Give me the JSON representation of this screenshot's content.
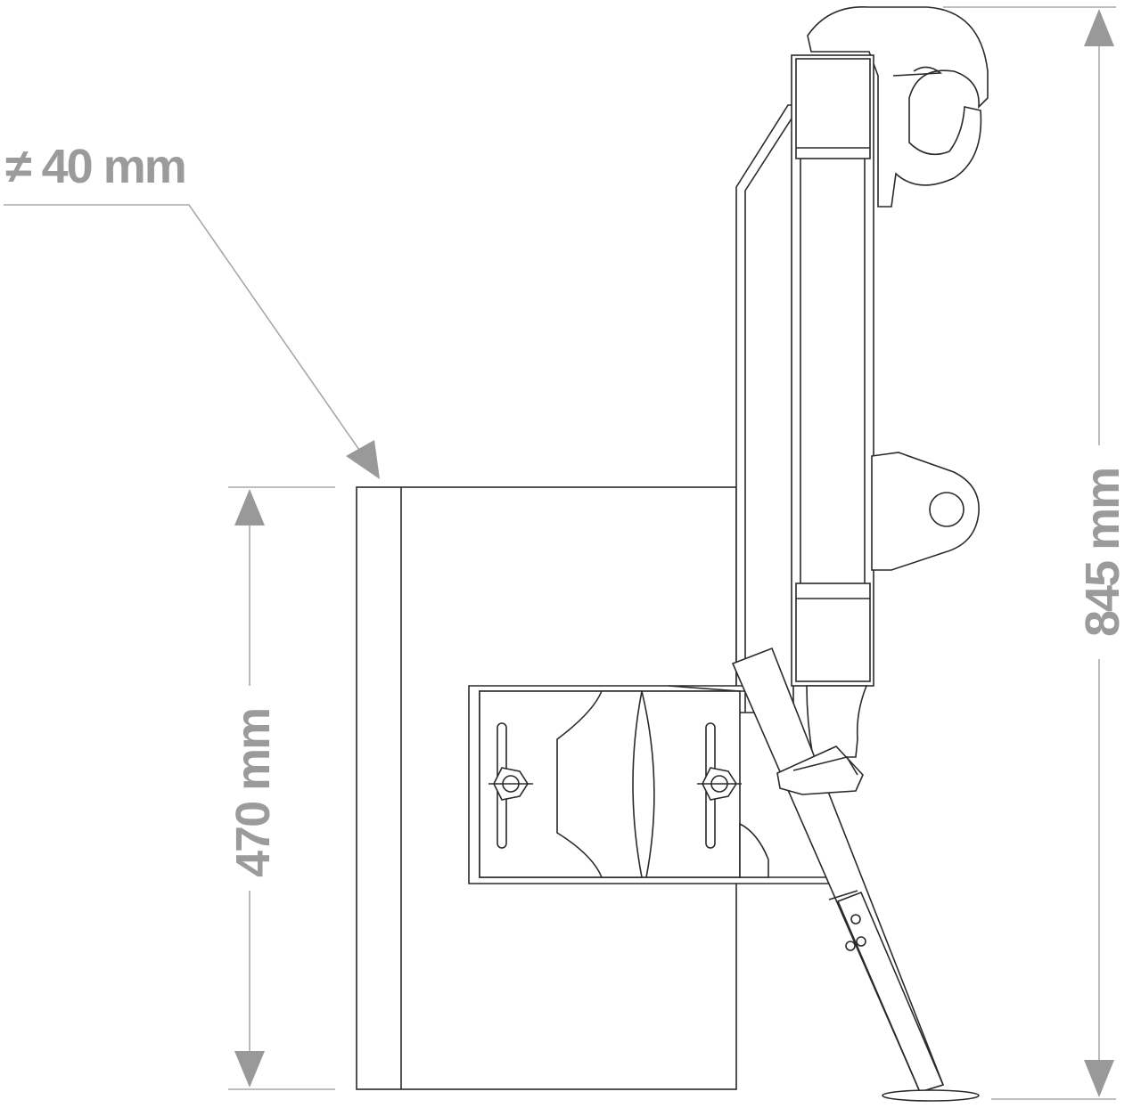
{
  "labels": {
    "thickness": "≠ 40 mm",
    "height_blade": "470 mm",
    "height_total": "845 mm"
  },
  "colors": {
    "drawing_line": "#2a2a2a",
    "dimension_line": "#a8a8a8",
    "dimension_text": "#9b9b9b",
    "background": "#ffffff"
  }
}
